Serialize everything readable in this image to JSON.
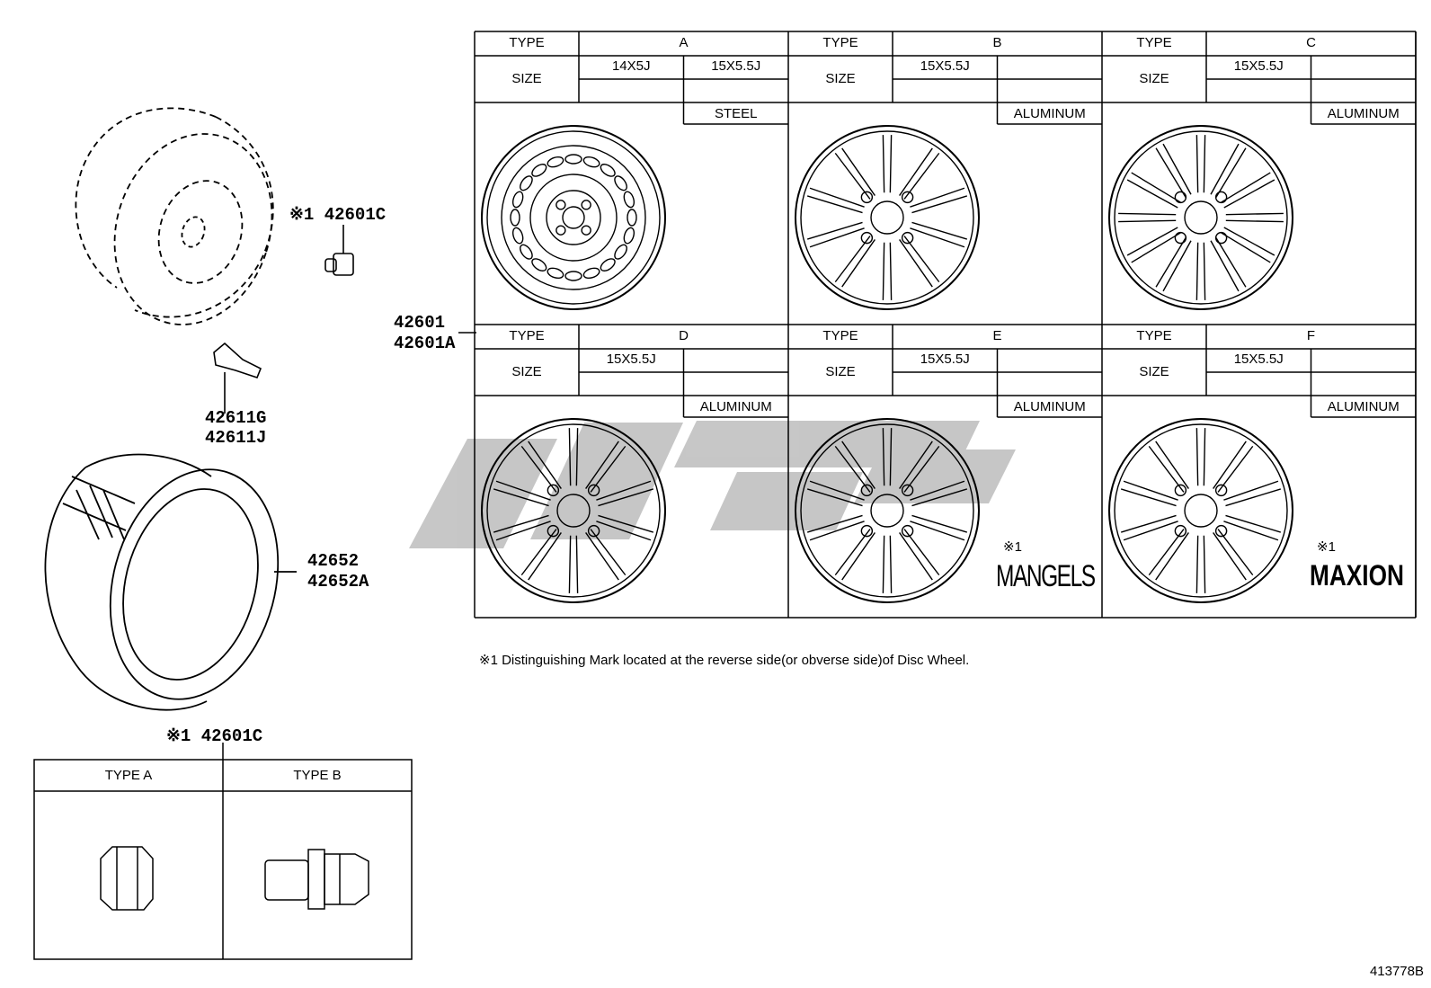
{
  "part_labels": {
    "lug_nut_top": "※1 42601C",
    "wheel": [
      "42601",
      "42601A"
    ],
    "valve": [
      "42611G",
      "42611J"
    ],
    "tire": [
      "42652",
      "42652A"
    ],
    "lug_nut_box_title": "※1 42601C"
  },
  "nut_types": {
    "type_a": "TYPE A",
    "type_b": "TYPE B"
  },
  "table_labels": {
    "type": "TYPE",
    "size": "SIZE"
  },
  "wheel_types": [
    {
      "type": "A",
      "sizes": [
        "14X5J",
        "15X5.5J"
      ],
      "material": "STEEL"
    },
    {
      "type": "B",
      "sizes": [
        "15X5.5J"
      ],
      "material": "ALUMINUM"
    },
    {
      "type": "C",
      "sizes": [
        "15X5.5J"
      ],
      "material": "ALUMINUM"
    },
    {
      "type": "D",
      "sizes": [
        "15X5.5J"
      ],
      "material": "ALUMINUM"
    },
    {
      "type": "E",
      "sizes": [
        "15X5.5J"
      ],
      "material": "ALUMINUM",
      "mark": "※1",
      "brand": "MANGELS"
    },
    {
      "type": "F",
      "sizes": [
        "15X5.5J"
      ],
      "material": "ALUMINUM",
      "mark": "※1",
      "brand": "MAXION"
    }
  ],
  "footnote": "※1 Distinguishing Mark located at the reverse side(or obverse side)of Disc Wheel.",
  "figure_id": "413778B"
}
